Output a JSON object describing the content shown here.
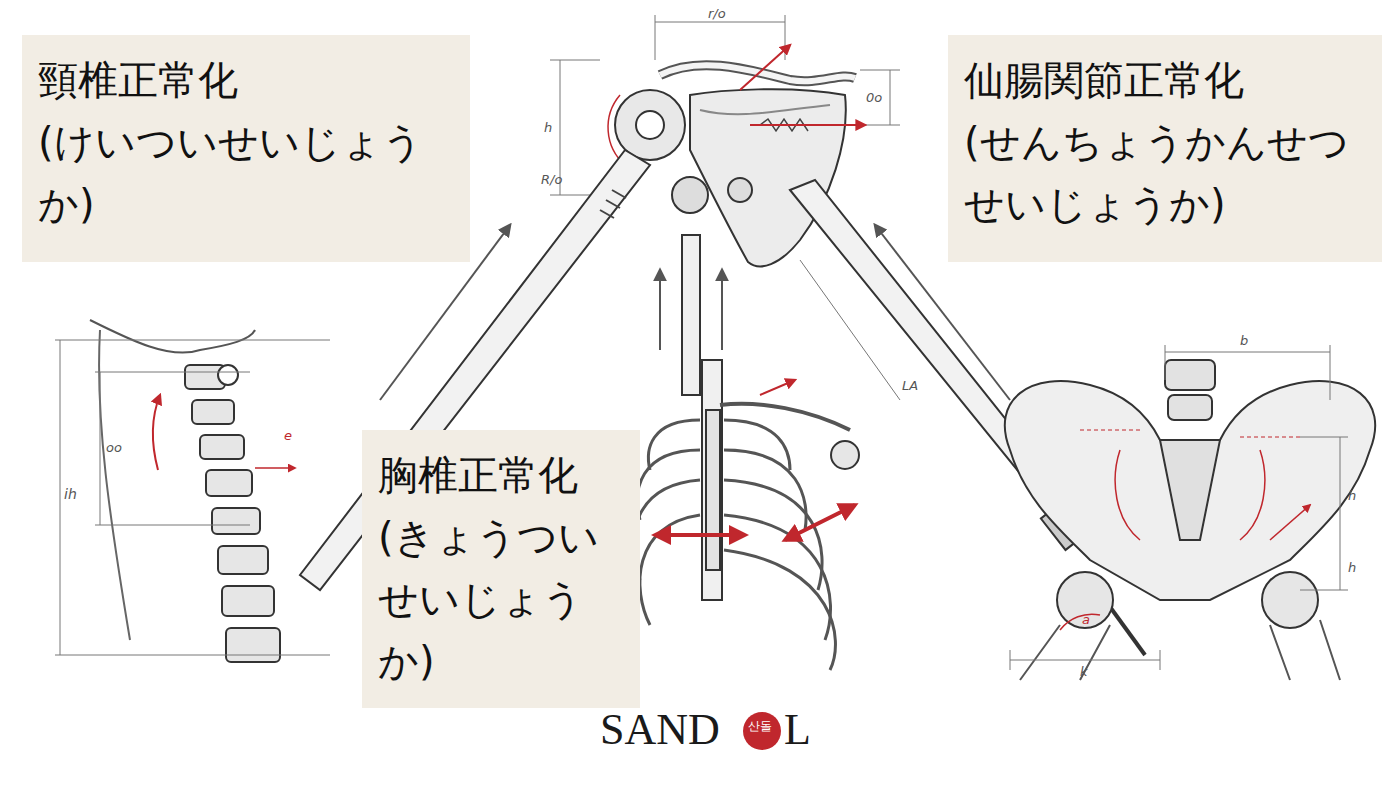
{
  "diagram": {
    "nodes": [
      {
        "text": [
          "頸椎正常化",
          "(けいついせいじょうか)"
        ]
      },
      {
        "text": [
          "仙腸関節正常化",
          "(せんちょうかんせつせいじょうか)"
        ]
      },
      {
        "text": [
          "胸椎正常化",
          "(きょうついせいじょうか)"
        ]
      }
    ],
    "labels": [
      "r/o",
      "h",
      "R/o",
      "0o",
      "ih",
      "oo",
      "e",
      "b",
      "h",
      "h",
      "k",
      "a",
      "LA",
      "SAND",
      "산돌",
      "L"
    ]
  }
}
